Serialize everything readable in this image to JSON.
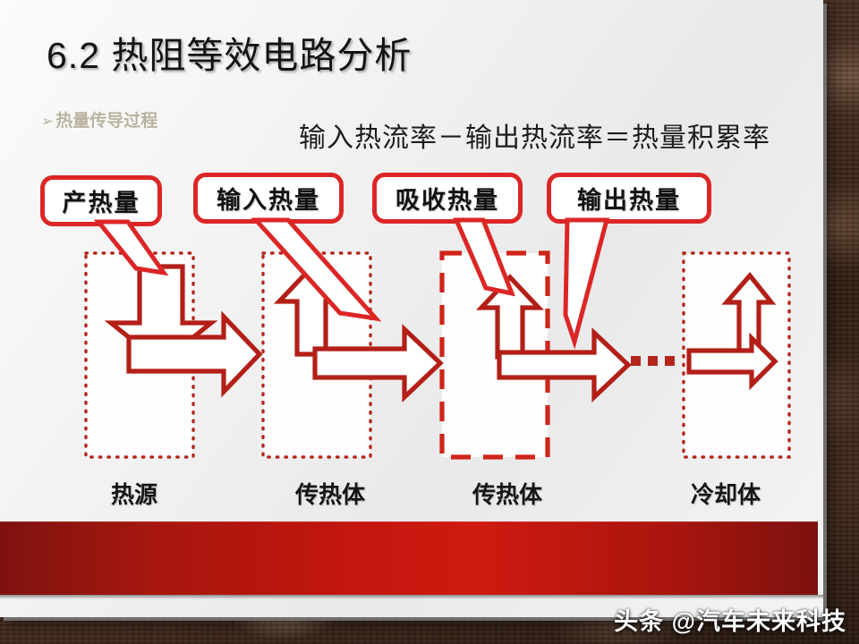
{
  "slide": {
    "title": "6.2 热阻等效电路分析",
    "bullet": {
      "marker": "➢",
      "label": "热量传导过程"
    },
    "equation": "输入热流率－输出热流率＝热量积累率",
    "callouts": [
      {
        "label": "产热量"
      },
      {
        "label": "输入热量"
      },
      {
        "label": "吸收热量"
      },
      {
        "label": "输出热量"
      }
    ],
    "blocks": [
      {
        "caption": "热源",
        "border": "dotted"
      },
      {
        "caption": "传热体",
        "border": "dotted"
      },
      {
        "caption": "传热体",
        "border": "dashed"
      },
      {
        "caption": "冷却体",
        "border": "dotted"
      }
    ],
    "ellipsis": "▪ ▪ ▪",
    "colors": {
      "accent_red": "#dc2626",
      "arrow_red": "#b31f17",
      "footer_red": "#c2160e",
      "bullet_tan": "#b9b29e",
      "title_black": "#141414"
    }
  },
  "watermark": {
    "text": "头条 @汽车未来科技"
  }
}
